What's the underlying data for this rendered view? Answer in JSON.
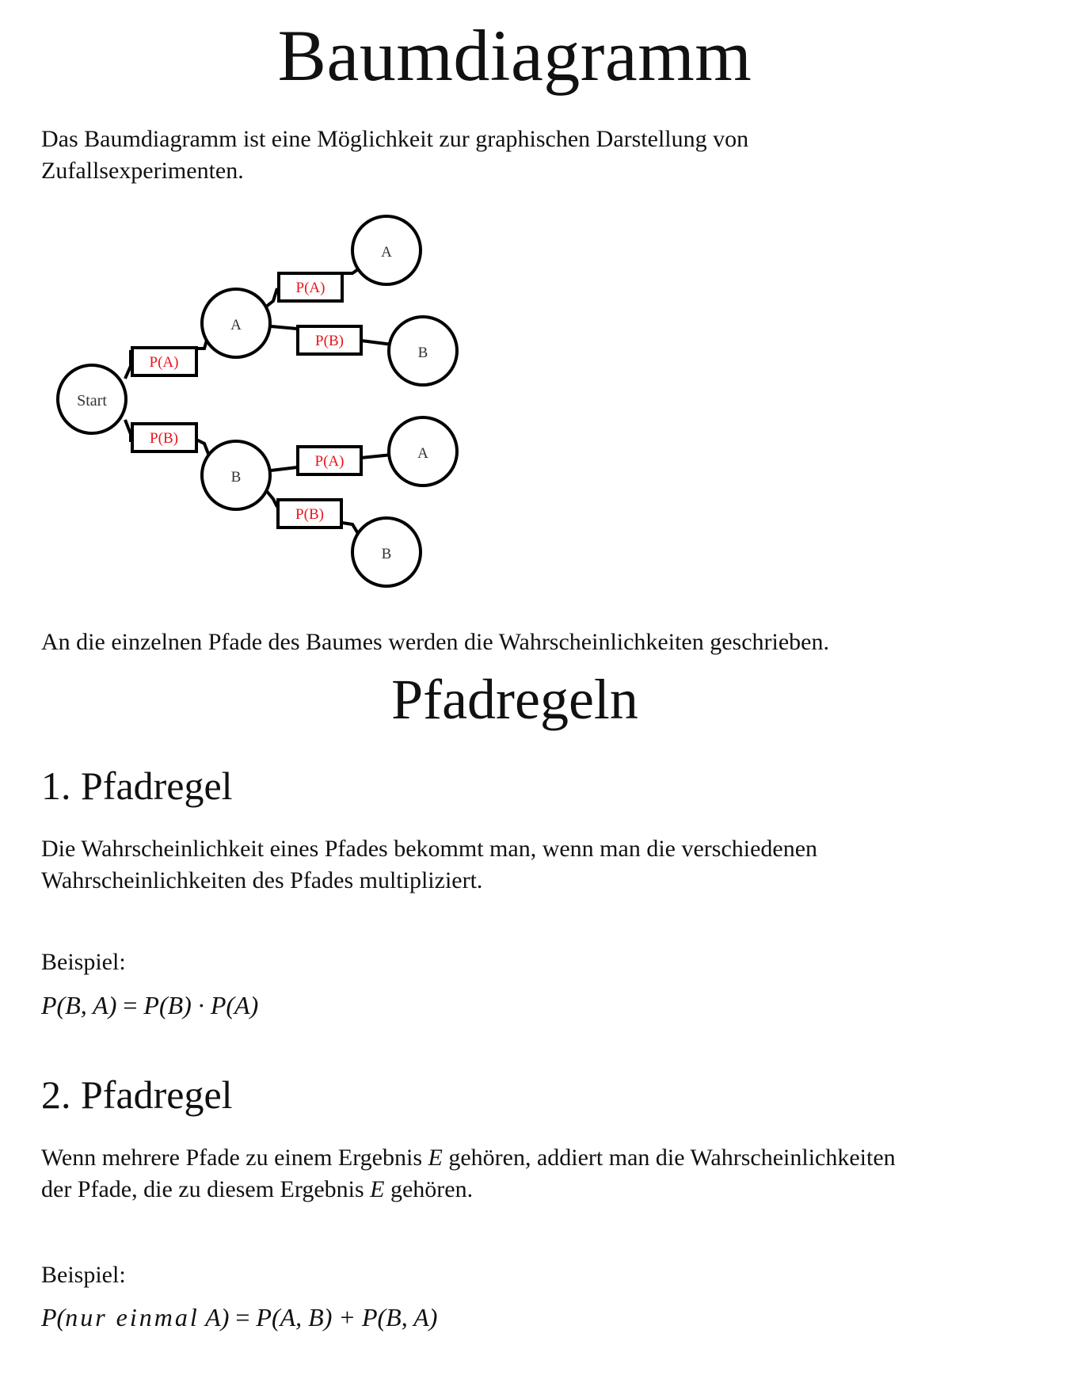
{
  "title": "Baumdiagramm",
  "intro_line1": "Das Baumdiagramm ist eine Möglichkeit zur graphischen Darstellung von",
  "intro_line2": "Zufallsexperimenten.",
  "tree": {
    "root": "Start",
    "level1": [
      {
        "node": "A",
        "edge": "P(A)"
      },
      {
        "node": "B",
        "edge": "P(B)"
      }
    ],
    "level2": [
      {
        "parent": "A",
        "node": "A",
        "edge": "P(A)"
      },
      {
        "parent": "A",
        "node": "B",
        "edge": "P(B)"
      },
      {
        "parent": "B",
        "node": "A",
        "edge": "P(A)"
      },
      {
        "parent": "B",
        "node": "B",
        "edge": "P(B)"
      }
    ],
    "edge_label_color": "#e8141b",
    "line_color": "#000000"
  },
  "path_note": "An die einzelnen Pfade des Baumes werden die Wahrscheinlichkeiten geschrieben.",
  "subtitle": "Pfadregeln",
  "rule1": {
    "heading": "1. Pfadregel",
    "text_line1": "Die Wahrscheinlichkeit eines Pfades bekommt man, wenn man die verschiedenen",
    "text_line2": "Wahrscheinlichkeiten des Pfades multipliziert.",
    "example_label": "Beispiel:",
    "formula": {
      "lhs": "P(B, A)",
      "eq": " = ",
      "rhs": "P(B) · P(A)"
    }
  },
  "rule2": {
    "heading": "2. Pfadregel",
    "text_line1_a": "Wenn mehrere Pfade zu einem Ergebnis ",
    "var": "E",
    "text_line1_b": " gehören, addiert man die Wahrscheinlichkeiten",
    "text_line2_a": "der Pfade, die zu diesem Ergebnis ",
    "text_line2_b": " gehören.",
    "example_label": "Beispiel:",
    "formula": {
      "lhs_a": "P(",
      "lhs_mid": "nur einmal",
      "lhs_b": " A)",
      "eq": " = ",
      "rhs": "P(A, B) + P(B, A)"
    }
  }
}
